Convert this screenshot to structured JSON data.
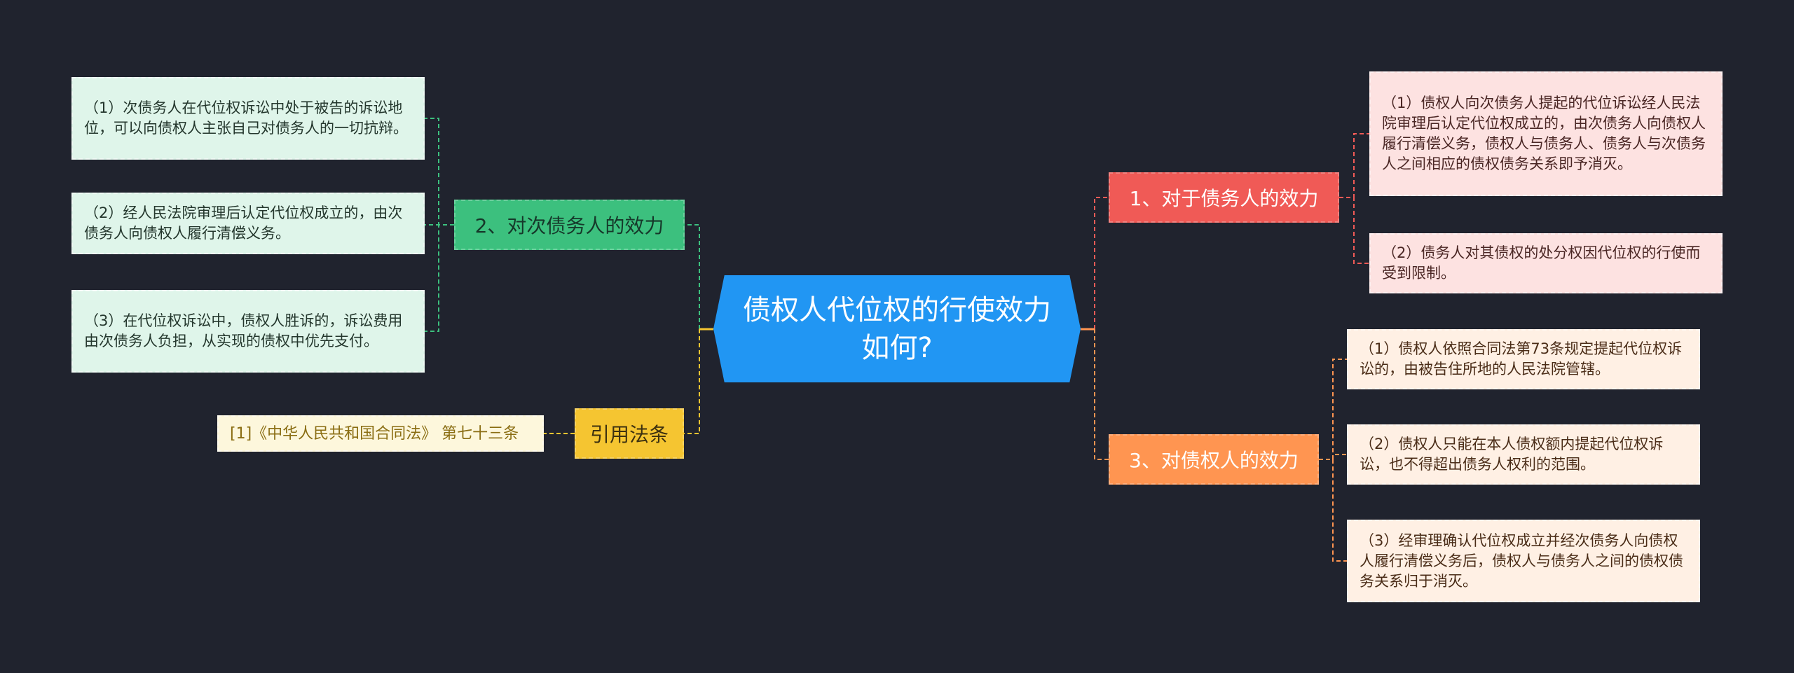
{
  "root": {
    "label": "债权人代位权的行使效力如何?",
    "color": "#2196f3"
  },
  "branches": {
    "secondary_debtor": {
      "label": "2、对次债务人的效力",
      "color": "#3cc07e",
      "items": [
        "（1）次债务人在代位权诉讼中处于被告的诉讼地位，可以向债权人主张自己对债务人的一切抗辩。",
        "（2）经人民法院审理后认定代位权成立的，由次债务人向债权人履行清偿义务。",
        "（3）在代位权诉讼中，债权人胜诉的，诉讼费用由次债务人负担，从实现的债权中优先支付。"
      ]
    },
    "cited_law": {
      "label": "引用法条",
      "color": "#f5c531",
      "items": [
        "[1]《中华人民共和国合同法》 第七十三条"
      ]
    },
    "debtor": {
      "label": "1、对于债务人的效力",
      "color": "#f05a56",
      "items": [
        "（1）债权人向次债务人提起的代位诉讼经人民法院审理后认定代位权成立的，由次债务人向债权人履行清偿义务，债权人与债务人、债务人与次债务人之间相应的债权债务关系即予消灭。",
        "（2）债务人对其债权的处分权因代位权的行使而受到限制。"
      ]
    },
    "creditor": {
      "label": "3、对债权人的效力",
      "color": "#ff9551",
      "items": [
        "（1）债权人依照合同法第73条规定提起代位权诉讼的，由被告住所地的人民法院管辖。",
        "（2）债权人只能在本人债权额内提起代位权诉讼，也不得超出债务人权利的范围。",
        "（3）经审理确认代位权成立并经次债务人向债权人履行清偿义务后，债权人与债务人之间的债权债务关系归于消灭。"
      ]
    }
  }
}
